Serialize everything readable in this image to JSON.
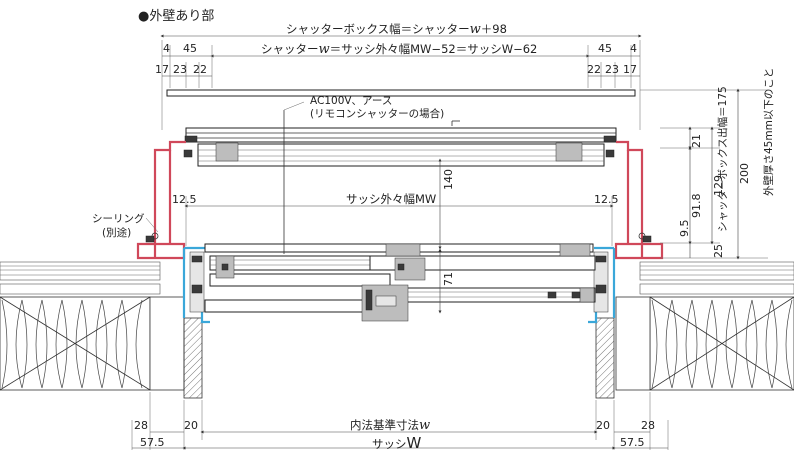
{
  "title": "●外壁あり部",
  "labels": {
    "box_width": "シャッターボックス幅＝シャッター",
    "box_width_w": "w",
    "box_width_tail": "＋98",
    "shutter_w_head": "シャッター",
    "shutter_w_w": "w",
    "shutter_w_tail": "＝サッシ外々幅MW−52＝サッシW−62",
    "ac_line1": "AC100V、アース",
    "ac_line2": "(リモコンシャッターの場合)",
    "sash_mw": "サッシ外々幅MW",
    "sealing_line1": "シーリング",
    "sealing_line2": "(別途)",
    "inner_ref": "内法基準寸法",
    "inner_ref_w": "w",
    "sash_w_head": "サッシ",
    "sash_w_W": "W",
    "vertical_note1": "シャッターボックス出幅＝175",
    "vertical_note2": "外壁厚さ45mm以下のこと"
  },
  "dims": {
    "left_top": [
      "4",
      "17",
      "23",
      "22",
      "45"
    ],
    "right_top": [
      "45",
      "4",
      "22",
      "23",
      "17"
    ],
    "d12_5_left": "12.5",
    "d12_5_right": "12.5",
    "d140": "140",
    "d71": "71",
    "d21": "21",
    "d91_8": "91.8",
    "d129": "129",
    "d200": "200",
    "d9_5": "9.5",
    "d25": "25",
    "left_bottom": [
      "28",
      "57.5",
      "20"
    ],
    "right_bottom": [
      "20",
      "28",
      "57.5"
    ]
  },
  "colors": {
    "frame_red": "#d0485a",
    "frame_cyan": "#3aa7d9",
    "insulation": "#888888"
  }
}
